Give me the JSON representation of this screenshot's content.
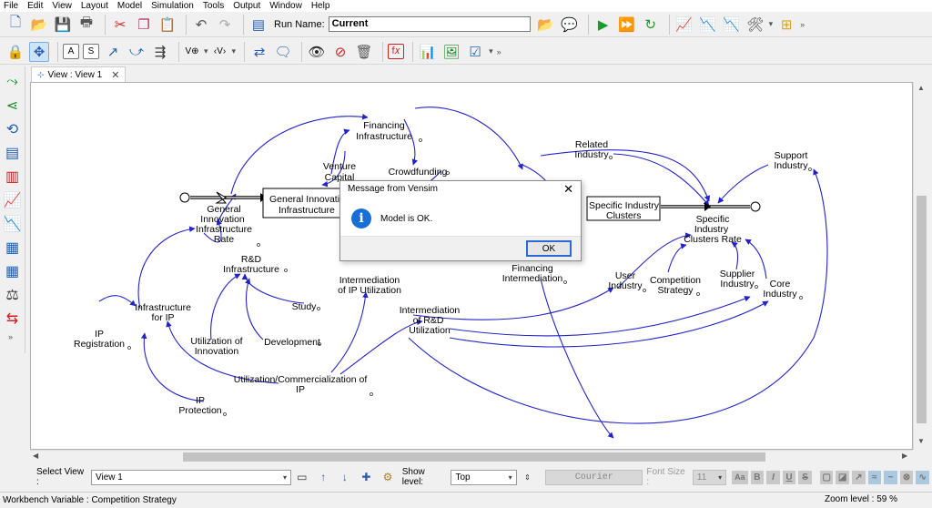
{
  "menu": [
    "File",
    "Edit",
    "View",
    "Layout",
    "Model",
    "Simulation",
    "Tools",
    "Output",
    "Window",
    "Help"
  ],
  "toolbar": {
    "run_name_label": "Run Name:",
    "run_name_value": "Current",
    "overflow": "»"
  },
  "tools": {
    "box_a": "A",
    "box_s": "S",
    "vs_dropdown": "V⊕",
    "angle_dropdown": "‹V›",
    "fx": "f𝑥",
    "overflow": "»"
  },
  "palette_overflow": "»",
  "tab": {
    "label": "View : View 1",
    "close": "✕"
  },
  "diagram": {
    "variables": [
      {
        "id": "financing_infra",
        "label": [
          "Financing",
          "Infrastructure"
        ]
      },
      {
        "id": "venture_capital",
        "label": [
          "Venture",
          "Capital"
        ]
      },
      {
        "id": "crowdfunding",
        "label": [
          "Crowdfunding"
        ]
      },
      {
        "id": "general_innov_rate",
        "label": [
          "General",
          "Innovation",
          "Infrastructure",
          "Rate"
        ]
      },
      {
        "id": "rd_infra",
        "label": [
          "R&D",
          "Infrastructure"
        ]
      },
      {
        "id": "study",
        "label": [
          "Study"
        ]
      },
      {
        "id": "development",
        "label": [
          "Development"
        ]
      },
      {
        "id": "infra_for_ip",
        "label": [
          "Infrastructure",
          "for IP"
        ]
      },
      {
        "id": "ip_registration",
        "label": [
          "IP",
          "Registration"
        ]
      },
      {
        "id": "utilization_innovation",
        "label": [
          "Utilization of",
          "Innovation"
        ]
      },
      {
        "id": "util_commercialization",
        "label": [
          "Utilization/Commercialization of",
          "IP"
        ]
      },
      {
        "id": "ip_protection",
        "label": [
          "IP",
          "Protection"
        ]
      },
      {
        "id": "intermediation_ip",
        "label": [
          "Intermediation",
          "of IP Utilization"
        ]
      },
      {
        "id": "intermediation_rd",
        "label": [
          "Intermediation",
          "of R&D",
          "Utilization"
        ]
      },
      {
        "id": "financing_intermediation",
        "label": [
          "Financing",
          "Intermediation"
        ]
      },
      {
        "id": "related_industry",
        "label": [
          "Related",
          "Industry"
        ]
      },
      {
        "id": "support_industry",
        "label": [
          "Support",
          "Industry"
        ]
      },
      {
        "id": "specific_rate",
        "label": [
          "Specific",
          "Industry",
          "Clusters Rate"
        ]
      },
      {
        "id": "user_industry",
        "label": [
          "User",
          "Industry"
        ]
      },
      {
        "id": "competition_strategy",
        "label": [
          "Competition",
          "Strategy"
        ]
      },
      {
        "id": "supplier_industry",
        "label": [
          "Supplier",
          "Industry"
        ]
      },
      {
        "id": "core_industry",
        "label": [
          "Core",
          "Industry"
        ]
      }
    ],
    "stocks": [
      {
        "id": "general_innov_stock",
        "label": [
          "General Innovation",
          "Infrastructure"
        ]
      },
      {
        "id": "specific_stock",
        "label": [
          "Specific Industry",
          "Clusters"
        ]
      }
    ]
  },
  "dialog": {
    "title": "Message from Vensim",
    "close": "✕",
    "icon": "i",
    "message": "Model is OK.",
    "ok": "OK"
  },
  "bottom": {
    "select_view_label": "Select View :",
    "select_view_value": "View 1",
    "show_level_label": "Show level:",
    "show_level_value": "Top",
    "font_name": "Courier",
    "font_size_label": "Font Size :",
    "font_size_value": "11",
    "fmt_aa": "Aa",
    "fmt_b": "B",
    "fmt_i": "I",
    "fmt_u": "U",
    "fmt_s": "S"
  },
  "status": {
    "workbench": "Workbench Variable : Competition Strategy",
    "zoom": "Zoom level : 59 %"
  },
  "colors": {
    "arrow": "#2323c8",
    "dialog_accent": "#1a6fd6"
  }
}
